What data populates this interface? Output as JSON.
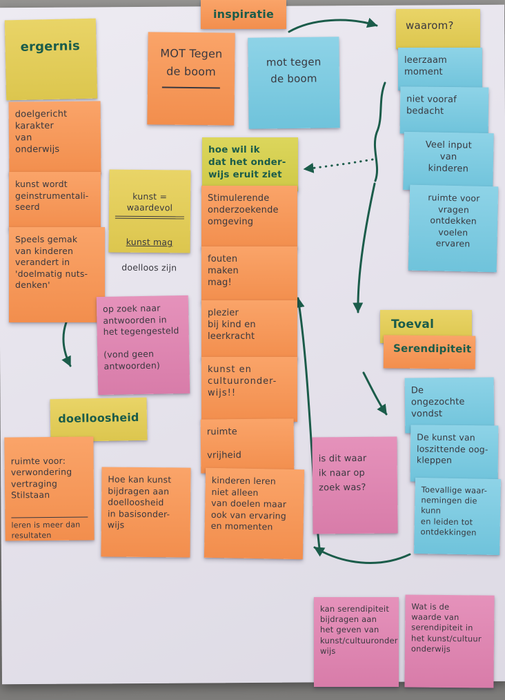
{
  "board": {
    "description": "brainstorm board of handwritten sticky notes with green marker arrows",
    "colors": {
      "yellow_note": "#e5cf5e",
      "yellow_green_note": "#d6d052",
      "orange_note": "#f79a58",
      "blue_note": "#82cde2",
      "pink_note": "#e08ab4",
      "marker_green": "#1b5c4a",
      "ink": "#39383f",
      "paper": "#e4e1e9",
      "floor": "#8d8c8a"
    },
    "notes": {
      "ergernis": {
        "text": "ergernis"
      },
      "inspiratie": {
        "text": "inspiratie"
      },
      "mot_orange": {
        "text": "MOT Tegen\nde boom"
      },
      "mot_blue": {
        "text": "mot tegen\nde boom"
      },
      "waarom": {
        "text": "waarom?"
      },
      "leerzaam": {
        "text": "leerzaam\nmoment"
      },
      "niet_vooraf": {
        "text": "niet vooraf\nbedacht"
      },
      "veel_input": {
        "text": "Veel input\nvan\nkinderen"
      },
      "ruimte_vragen": {
        "text": "ruimte voor\nvragen\nontdekken\nvoelen\nervaren"
      },
      "doelgericht": {
        "text": "doelgericht\nkarakter\nvan\nonderwijs"
      },
      "kunst_wordt": {
        "text": "kunst wordt\ngeinstrumentali-\nseerd"
      },
      "speels": {
        "text": "Speels gemak\nvan kinderen\nverandert in\n'doelmatig nuts-\ndenken'"
      },
      "kunst_waardevol": {
        "top": "kunst = waardevol",
        "mid": "kunst mag",
        "bottom": "doelloos zijn"
      },
      "op_zoek": {
        "text": "op zoek naar\nantwoorden in\nhet tegengesteld\n\n(vond geen\nantwoorden)"
      },
      "hoe_wil": {
        "text": "hoe wil ik\ndat het onder-\nwijs eruit ziet"
      },
      "stimulerende": {
        "text": "Stimulerende\nonderzoekende\nomgeving"
      },
      "fouten": {
        "text": "fouten\nmaken\nmag!"
      },
      "plezier": {
        "text": "plezier\nbij kind en\nleerkracht"
      },
      "kunst_cultuur": {
        "text": "kunst en\ncultuuronder-\nwijs!!"
      },
      "ruimte_vrijheid": {
        "text": "ruimte\n\nvrijheid"
      },
      "kinderen_leren": {
        "text": "kinderen leren\nniet alleen\nvan doelen maar\nook van ervaring\nen momenten"
      },
      "doelloosheid": {
        "text": "doelloosheid"
      },
      "ruimte_voor": {
        "top": "ruimte voor:\nverwondering\nvertraging\nStilstaan",
        "bottom": "leren is meer dan\nresultaten"
      },
      "hoe_kan": {
        "text": "Hoe kan kunst\nbijdragen aan\ndoelloosheid\nin basisonder-\nwijs"
      },
      "toeval": {
        "text": "Toeval"
      },
      "serendipiteit": {
        "text": "Serendipiteit"
      },
      "ongezochte": {
        "text": "De\nongezochte\nvondst"
      },
      "kunst_van": {
        "text": "De kunst van\nloszittende oog-\nkleppen"
      },
      "toevallige": {
        "text": "Toevallige waar-\nnemingen die kunn\nen leiden tot\nontdekkingen"
      },
      "is_dit": {
        "text": "is dit waar\nik naar op\nzoek was?"
      },
      "kan_serendipiteit": {
        "text": "kan serendipiteit\nbijdragen aan\nhet geven van\nkunst/cultuuronder\nwijs"
      },
      "wat_is": {
        "text": "Wat is de\nwaarde van\nserendipiteit in\nhet kunst/cultuur\nonderwijs"
      }
    },
    "connections": [
      {
        "from": "inspiratie",
        "to": "waarom",
        "style": "solid-arrow"
      },
      {
        "from": "blue-why-notes",
        "to": "group",
        "style": "curly-brace"
      },
      {
        "from": "blue-why-notes",
        "to": "hoe_wil",
        "style": "dotted-arrow"
      },
      {
        "from": "blue-why-notes",
        "to": "toeval",
        "style": "solid-arrow"
      },
      {
        "from": "speels",
        "to": "doelloosheid",
        "style": "solid-arrow"
      },
      {
        "from": "is_dit",
        "to": "kunst_cultuur",
        "style": "solid-arrow"
      },
      {
        "from": "serendipiteit",
        "to": "ongezochte",
        "style": "solid-arrow"
      },
      {
        "from": "toevallige",
        "to": "kinderen_leren",
        "style": "solid-arrow"
      }
    ]
  }
}
